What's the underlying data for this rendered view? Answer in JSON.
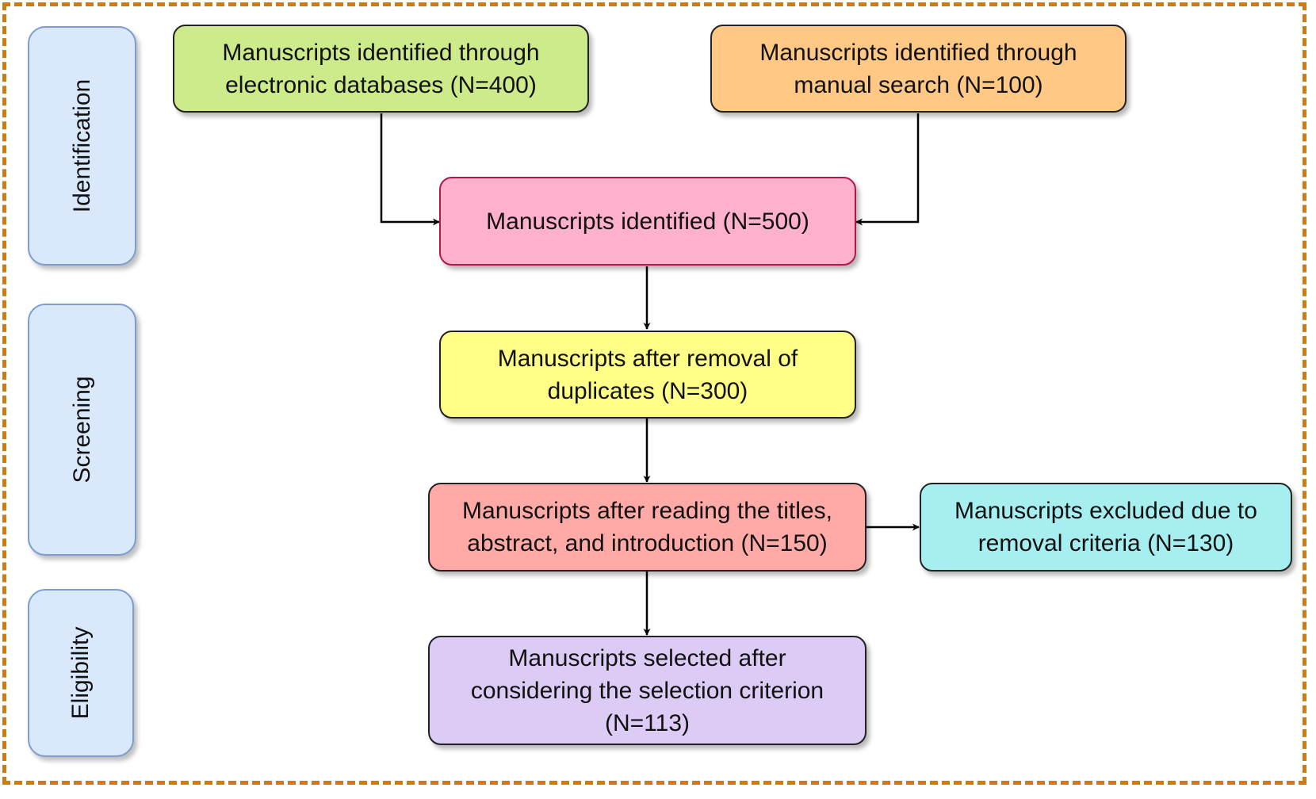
{
  "stages": {
    "identification": "Identification",
    "screening": "Screening",
    "eligibility": "Eligibility"
  },
  "boxes": {
    "electronic": {
      "line1": "Manuscripts identified through",
      "line2": "electronic databases (N=400)",
      "color": "#cdeb8b"
    },
    "manual": {
      "line1": "Manuscripts identified through",
      "line2": "manual search (N=100)",
      "color": "#ffc885"
    },
    "identified": {
      "line1": "Manuscripts identified (N=500)",
      "color": "#ffb0cd"
    },
    "duplicates": {
      "line1": "Manuscripts after removal of",
      "line2": "duplicates (N=300)",
      "color": "#ffff88"
    },
    "reading": {
      "line1": "Manuscripts after reading the titles,",
      "line2": "abstract, and introduction (N=150)",
      "color": "#ffaaa6"
    },
    "excluded": {
      "line1": "Manuscripts excluded due to",
      "line2": "removal criteria (N=130)",
      "color": "#a6eef0"
    },
    "selected": {
      "line1": "Manuscripts selected after",
      "line2": "considering the selection criterion",
      "line3": "(N=113)",
      "color": "#dccbf4"
    }
  },
  "colors": {
    "frame": "#d07a14",
    "stage_fill": "#dae8fc",
    "stage_border": "#7d9dd1",
    "identified_border": "#b0194a",
    "arrow": "#000000"
  }
}
